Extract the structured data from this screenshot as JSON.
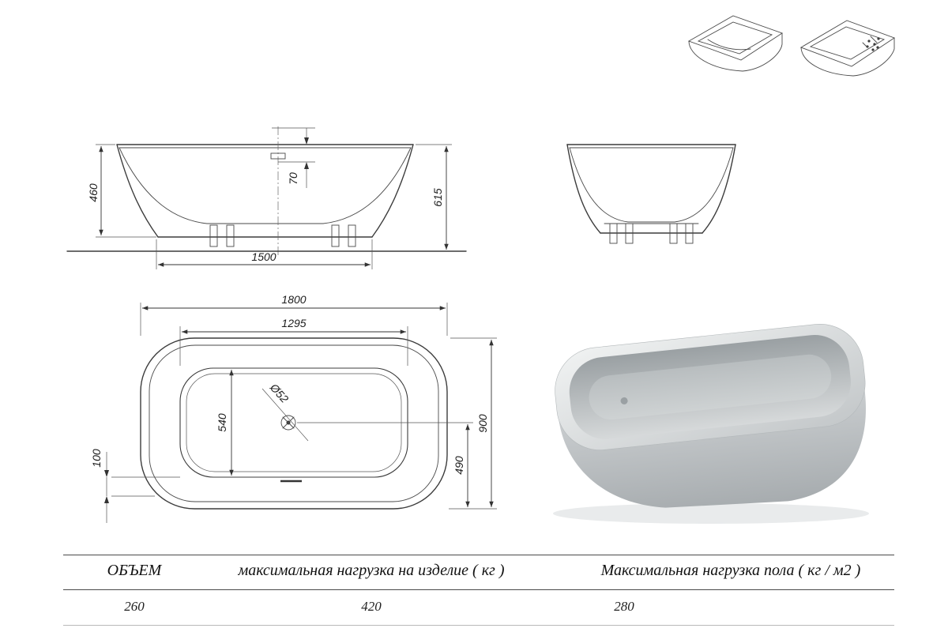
{
  "page": {
    "background": "#ffffff"
  },
  "drawing": {
    "line_color": "#3c3c3c",
    "front_view": {
      "dim_height_inner": "460",
      "dim_overflow": "70",
      "dim_height_total": "615",
      "dim_length_base": "1500"
    },
    "plan_view": {
      "dim_length_total": "1800",
      "dim_length_inner": "1295",
      "dim_width_inner": "540",
      "dim_drain": "Ø52",
      "dim_edge_offset": "100",
      "dim_drain_offset": "490",
      "dim_width_total": "900"
    }
  },
  "spec_table": {
    "columns": [
      {
        "header": "ОБЪЕМ",
        "value": "260"
      },
      {
        "header": "максимальная нагрузка на изделие ( кг )",
        "value": "420"
      },
      {
        "header": "Максимальная нагрузка пола ( кг / м2 )",
        "value": "280"
      }
    ]
  },
  "render": {
    "body_color": "#c9cdcf",
    "shadow_color": "#e9ebec"
  }
}
